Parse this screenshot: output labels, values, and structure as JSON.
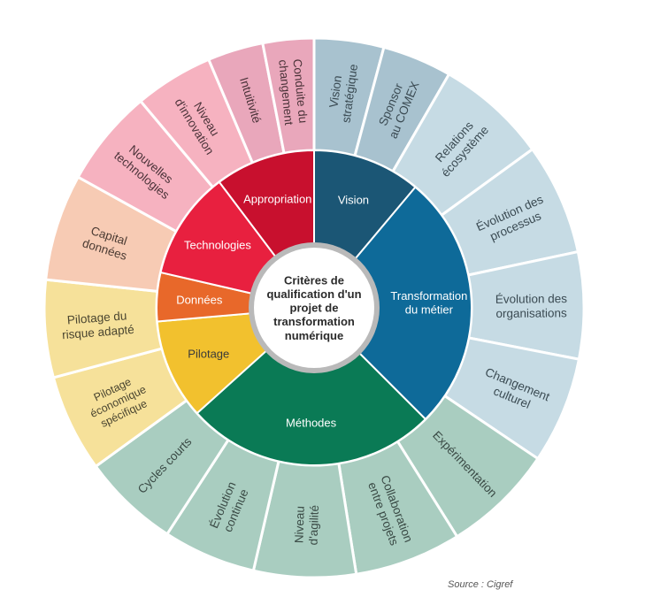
{
  "center": {
    "lines": [
      "Critères de",
      "qualification d'un",
      "projet de",
      "transformation",
      "numérique"
    ],
    "color": "#ffffff",
    "text_color": "#2b2b2b",
    "ring_color": "#b9b9b9"
  },
  "categories": [
    {
      "id": "vision",
      "label": [
        "Vision"
      ],
      "color": "#1b5675",
      "light": "#a8c2cf",
      "text_color": "#ffffff",
      "outer_text_color": "#3a4a52",
      "items": [
        {
          "lines": [
            "Vision",
            "stratégique"
          ]
        },
        {
          "lines": [
            "Sponsor",
            "au COMEX"
          ]
        }
      ]
    },
    {
      "id": "transformation",
      "label": [
        "Transformation",
        "du métier"
      ],
      "color": "#0e6a99",
      "light": "#c6dbe4",
      "text_color": "#ffffff",
      "outer_text_color": "#3a4a52",
      "items": [
        {
          "lines": [
            "Relations",
            "écosystème"
          ]
        },
        {
          "lines": [
            "Évolution des",
            "processus"
          ]
        },
        {
          "lines": [
            "Évolution des",
            "organisations"
          ]
        },
        {
          "lines": [
            "Changement",
            "culturel"
          ]
        }
      ]
    },
    {
      "id": "methodes",
      "label": [
        "Méthodes"
      ],
      "color": "#0a7a55",
      "light": "#a9cdc0",
      "text_color": "#ffffff",
      "outer_text_color": "#3a4a45",
      "items": [
        {
          "lines": [
            "Expérimentation"
          ]
        },
        {
          "lines": [
            "Collaboration",
            "entre projets"
          ]
        },
        {
          "lines": [
            "Niveau",
            "d'agilité"
          ]
        },
        {
          "lines": [
            "Évolution",
            "continue"
          ]
        },
        {
          "lines": [
            "Cycles courts"
          ]
        }
      ]
    },
    {
      "id": "pilotage",
      "label": [
        "Pilotage"
      ],
      "color": "#f2c12e",
      "light": "#f6e19a",
      "text_color": "#3a3a3a",
      "outer_text_color": "#4a4530",
      "items": [
        {
          "lines": [
            "Pilotage",
            "économique",
            "spécifique"
          ]
        },
        {
          "lines": [
            "Pilotage du",
            "risque adapté"
          ]
        }
      ]
    },
    {
      "id": "donnees",
      "label": [
        "Données"
      ],
      "color": "#e8682a",
      "light": "#f7cbb4",
      "text_color": "#ffffff",
      "outer_text_color": "#4a3a32",
      "items": [
        {
          "lines": [
            "Capital",
            "données"
          ]
        }
      ]
    },
    {
      "id": "technologies",
      "label": [
        "Technologies"
      ],
      "color": "#e8203f",
      "light": "#f6b2c0",
      "text_color": "#ffffff",
      "outer_text_color": "#4a3238",
      "items": [
        {
          "lines": [
            "Nouvelles",
            "technologies"
          ]
        },
        {
          "lines": [
            "Niveau",
            "d'innovation"
          ]
        }
      ]
    },
    {
      "id": "appropriation",
      "label": [
        "Appropriation"
      ],
      "color": "#c8102e",
      "light": "#e9a7bb",
      "text_color": "#ffffff",
      "outer_text_color": "#4a3238",
      "items": [
        {
          "lines": [
            "Intuitivité"
          ]
        },
        {
          "lines": [
            "Conduite du",
            "changement"
          ]
        }
      ]
    }
  ],
  "source": "Source : Cigref"
}
